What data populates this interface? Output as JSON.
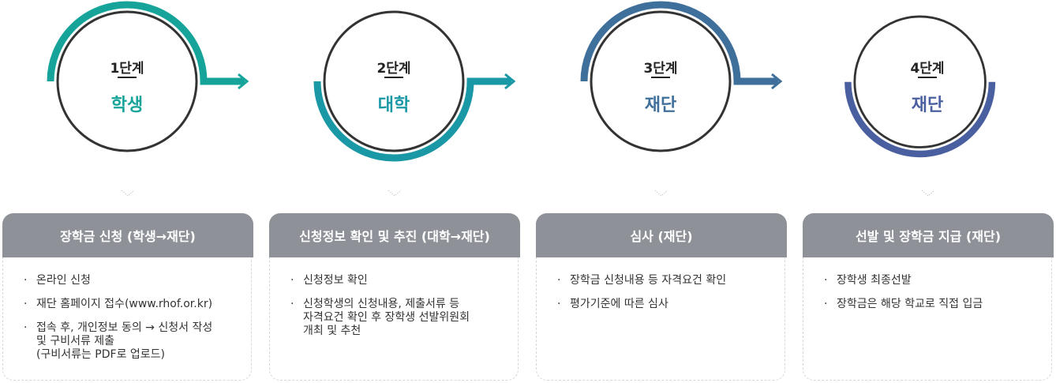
{
  "steps": [
    {
      "label": "1단계",
      "actor": "학생",
      "color": "#16a49a",
      "title": "장학금 신청 (학생→재단)",
      "items": [
        "온라인 신청",
        "재단 홈페이지 접수(www.rhof.or.kr)",
        "접속 후, 개인정보 동의 → 신청서 작성\n및 구비서류 제출\n(구비서류는 PDF로 업로드)"
      ]
    },
    {
      "label": "2단계",
      "actor": "대학",
      "color": "#1a98a6",
      "title": "신청정보 확인 및 추진 (대학→재단)",
      "items": [
        "신청정보 확인",
        "신청학생의 신청내용, 제출서류 등\n자격요건 확인 후 장학생 선발위원회\n개최 및 추천"
      ]
    },
    {
      "label": "3단계",
      "actor": "재단",
      "color": "#3f6f9b",
      "title": "심사 (재단)",
      "items": [
        "장학금 신청내용 등 자격요건 확인",
        "평가기준에 따른 심사"
      ]
    },
    {
      "label": "4단계",
      "actor": "재단",
      "color": "#4a5fa0",
      "title": "선발 및 장학금 지급 (재단)",
      "items": [
        "장학생 최종선발",
        "장학금은 해당 학교로 직접 입금"
      ]
    }
  ]
}
